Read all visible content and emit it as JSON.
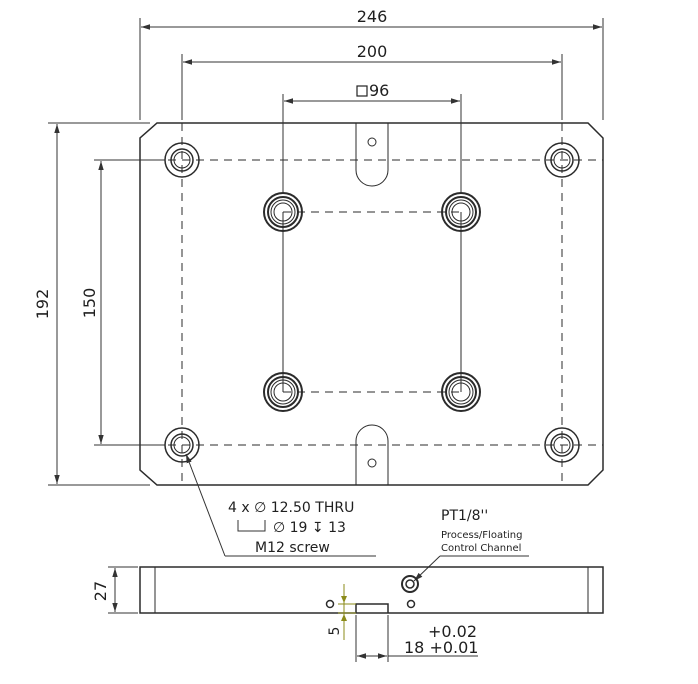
{
  "drawing": {
    "dims": {
      "overall_width": "246",
      "bolt_spacing_x": "200",
      "square_pattern": "96",
      "overall_height": "192",
      "bolt_spacing_y": "150",
      "thickness": "27",
      "slot_depth": "5",
      "slot_tol_upper": "+0.02",
      "slot_width": "18 +0.01"
    },
    "callouts": {
      "hole_spec_line1": "4 x  ∅  12.50 THRU",
      "hole_spec_line2": "∅  19  ↧  13",
      "screw": "M12 screw",
      "port_title": "PT1/8''",
      "port_desc_line1": "Process/Floating",
      "port_desc_line2": "Control Channel"
    }
  }
}
